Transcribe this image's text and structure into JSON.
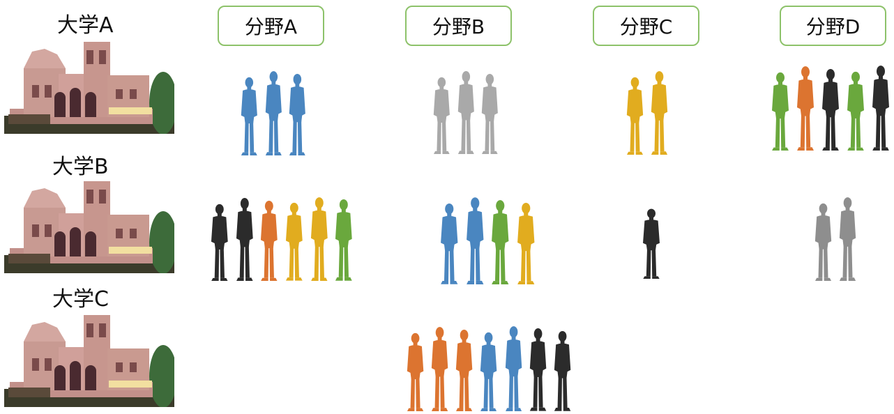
{
  "universities": [
    "大学A",
    "大学B",
    "大学C"
  ],
  "fields": [
    "分野A",
    "分野B",
    "分野C",
    "分野D"
  ],
  "colors": {
    "blue": "#4a86c0",
    "gray": "#a9a9a9",
    "gray_dark": "#8e8e8e",
    "yellow": "#e1ac1f",
    "green": "#6aa83d",
    "orange": "#dc7430",
    "black": "#2b2b2b",
    "box_border": "#8dc26a"
  },
  "matrix": [
    [
      [
        "blue",
        "blue",
        "blue"
      ],
      [
        "gray",
        "gray",
        "gray"
      ],
      [
        "yellow",
        "yellow"
      ],
      [
        "green",
        "orange",
        "black",
        "green",
        "black"
      ]
    ],
    [
      [
        "black",
        "black",
        "orange",
        "yellow",
        "yellow",
        "green"
      ],
      [
        "blue",
        "blue",
        "green",
        "yellow"
      ],
      [
        "black"
      ],
      [
        "gray_dark",
        "gray_dark"
      ]
    ],
    [
      [],
      [
        "orange",
        "orange",
        "orange",
        "blue",
        "blue",
        "black",
        "black"
      ],
      [],
      []
    ]
  ]
}
